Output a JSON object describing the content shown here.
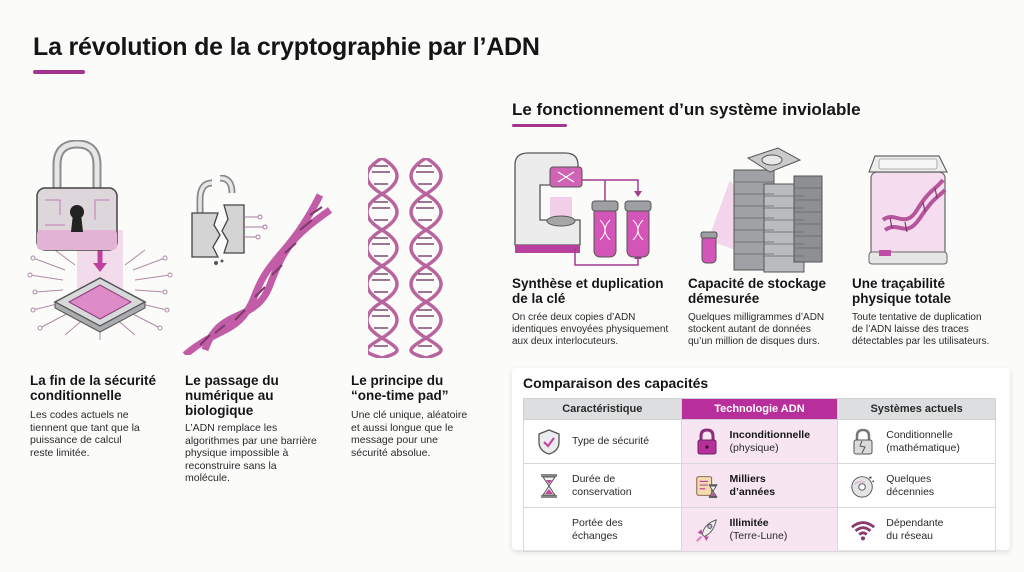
{
  "header": {
    "title": "La révolution de la cryptographie par l’ADN",
    "accent_color": "#a4358f"
  },
  "left_section": {
    "cards": [
      {
        "illustration": "padlock-over-chip",
        "title": "La fin de la sécurité conditionnelle",
        "title_lines": [
          "La fin de la sécurité",
          "conditionnelle"
        ],
        "text_lines": [
          "Les codes actuels ne",
          "tiennent que tant que la",
          "puissance de calcul",
          "reste limitée."
        ]
      },
      {
        "illustration": "broken-padlock-and-dna",
        "title": "Le passage du numérique au biologique",
        "title_lines": [
          "Le passage du",
          "numérique au",
          "biologique"
        ],
        "text_lines": [
          "L’ADN remplace les",
          "algorithmes par une barrière",
          "physique impossible à",
          "reconstruire sans la",
          "molécule."
        ]
      },
      {
        "illustration": "two-dna-strands",
        "title": "Le principe du “one-time pad”",
        "title_lines": [
          "Le principe du",
          "“one-time pad”"
        ],
        "text_lines": [
          "Une clé unique, aléatoire",
          "et aussi longue que le",
          "message pour une",
          "sécurité absolue."
        ]
      }
    ]
  },
  "right_section": {
    "heading": "Le fonctionnement d’un système inviolable",
    "cards": [
      {
        "illustration": "dna-synthesizer-with-vials",
        "title_lines": [
          "Synthèse et duplication",
          "de la clé"
        ],
        "text_lines": [
          "On crée deux copies d’ADN",
          "identiques envoyées physiquement",
          "aux deux interlocuteurs."
        ]
      },
      {
        "illustration": "vial-vs-hard-drive-stack",
        "title_lines": [
          "Capacité de stockage",
          "démesurée"
        ],
        "text_lines": [
          "Quelques milligrammes d’ADN",
          "stockent autant de données",
          "qu’un million de disques durs."
        ]
      },
      {
        "illustration": "dna-in-container",
        "title_lines": [
          "Une traçabilité",
          "physique totale"
        ],
        "text_lines": [
          "Toute tentative de duplication",
          "de l’ADN laisse des traces",
          "détectables par les utilisateurs."
        ]
      }
    ]
  },
  "comparison": {
    "title": "Comparaison des capacités",
    "columns": [
      "Caractéristique",
      "Technologie ADN",
      "Systèmes actuels"
    ],
    "header_colors": {
      "default": "#dcdedf",
      "highlight": "#b82e9a"
    },
    "rows": [
      {
        "feature": {
          "icon": "shield-check-icon",
          "label": "Type de sécurité"
        },
        "adn": {
          "icon": "locked-padlock-icon",
          "bold": "Inconditionnelle",
          "rest": "(physique)"
        },
        "current": {
          "icon": "cracked-padlock-icon",
          "text_lines": [
            "Conditionnelle",
            "(mathématique)"
          ]
        }
      },
      {
        "feature": {
          "icon": "hourglass-icon",
          "label_lines": [
            "Durée de",
            "conservation"
          ]
        },
        "adn": {
          "icon": "scroll-hourglass-icon",
          "bold_lines": [
            "Milliers",
            "d’années"
          ]
        },
        "current": {
          "icon": "damaged-disc-icon",
          "text_lines": [
            "Quelques",
            "décennies"
          ]
        }
      },
      {
        "feature": {
          "icon": "",
          "label_lines": [
            "Portée des",
            "échanges"
          ]
        },
        "adn": {
          "icon": "rocket-icon",
          "bold": "Illimitée",
          "rest": "(Terre-Lune)"
        },
        "current": {
          "icon": "wifi-icon",
          "text_lines": [
            "Dépendante",
            "du réseau"
          ]
        }
      }
    ]
  }
}
